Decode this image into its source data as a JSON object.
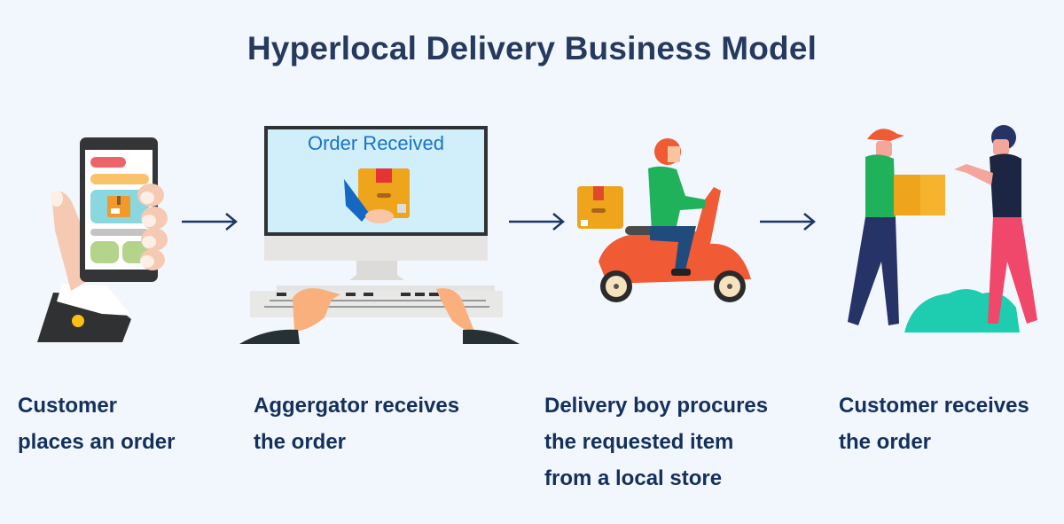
{
  "title": "Hyperlocal Delivery Business Model",
  "colors": {
    "background": "#f2f7fe",
    "title": "#253a5e",
    "caption": "#14305c",
    "arrow": "#1b3766",
    "screen_text": "#1a73c8",
    "scooter": "#f05a35",
    "box": "#efa51b",
    "green_shirt": "#1fb25a",
    "pink_pants": "#f0486a",
    "bush": "#1ecdb0"
  },
  "steps": [
    {
      "icon": "phone-in-hand-icon",
      "lines": [
        "Customer",
        "places an order"
      ]
    },
    {
      "icon": "computer-order-received-icon",
      "screen_text": "Order Received",
      "lines": [
        "Aggergator receives",
        "the order"
      ]
    },
    {
      "icon": "delivery-scooter-icon",
      "lines": [
        "Delivery boy procures",
        "the requested item",
        "from a local store"
      ]
    },
    {
      "icon": "package-handover-icon",
      "lines": [
        "Customer receives",
        "the order"
      ]
    }
  ],
  "arrows": [
    "arrow-right-icon",
    "arrow-right-icon",
    "arrow-right-icon"
  ]
}
